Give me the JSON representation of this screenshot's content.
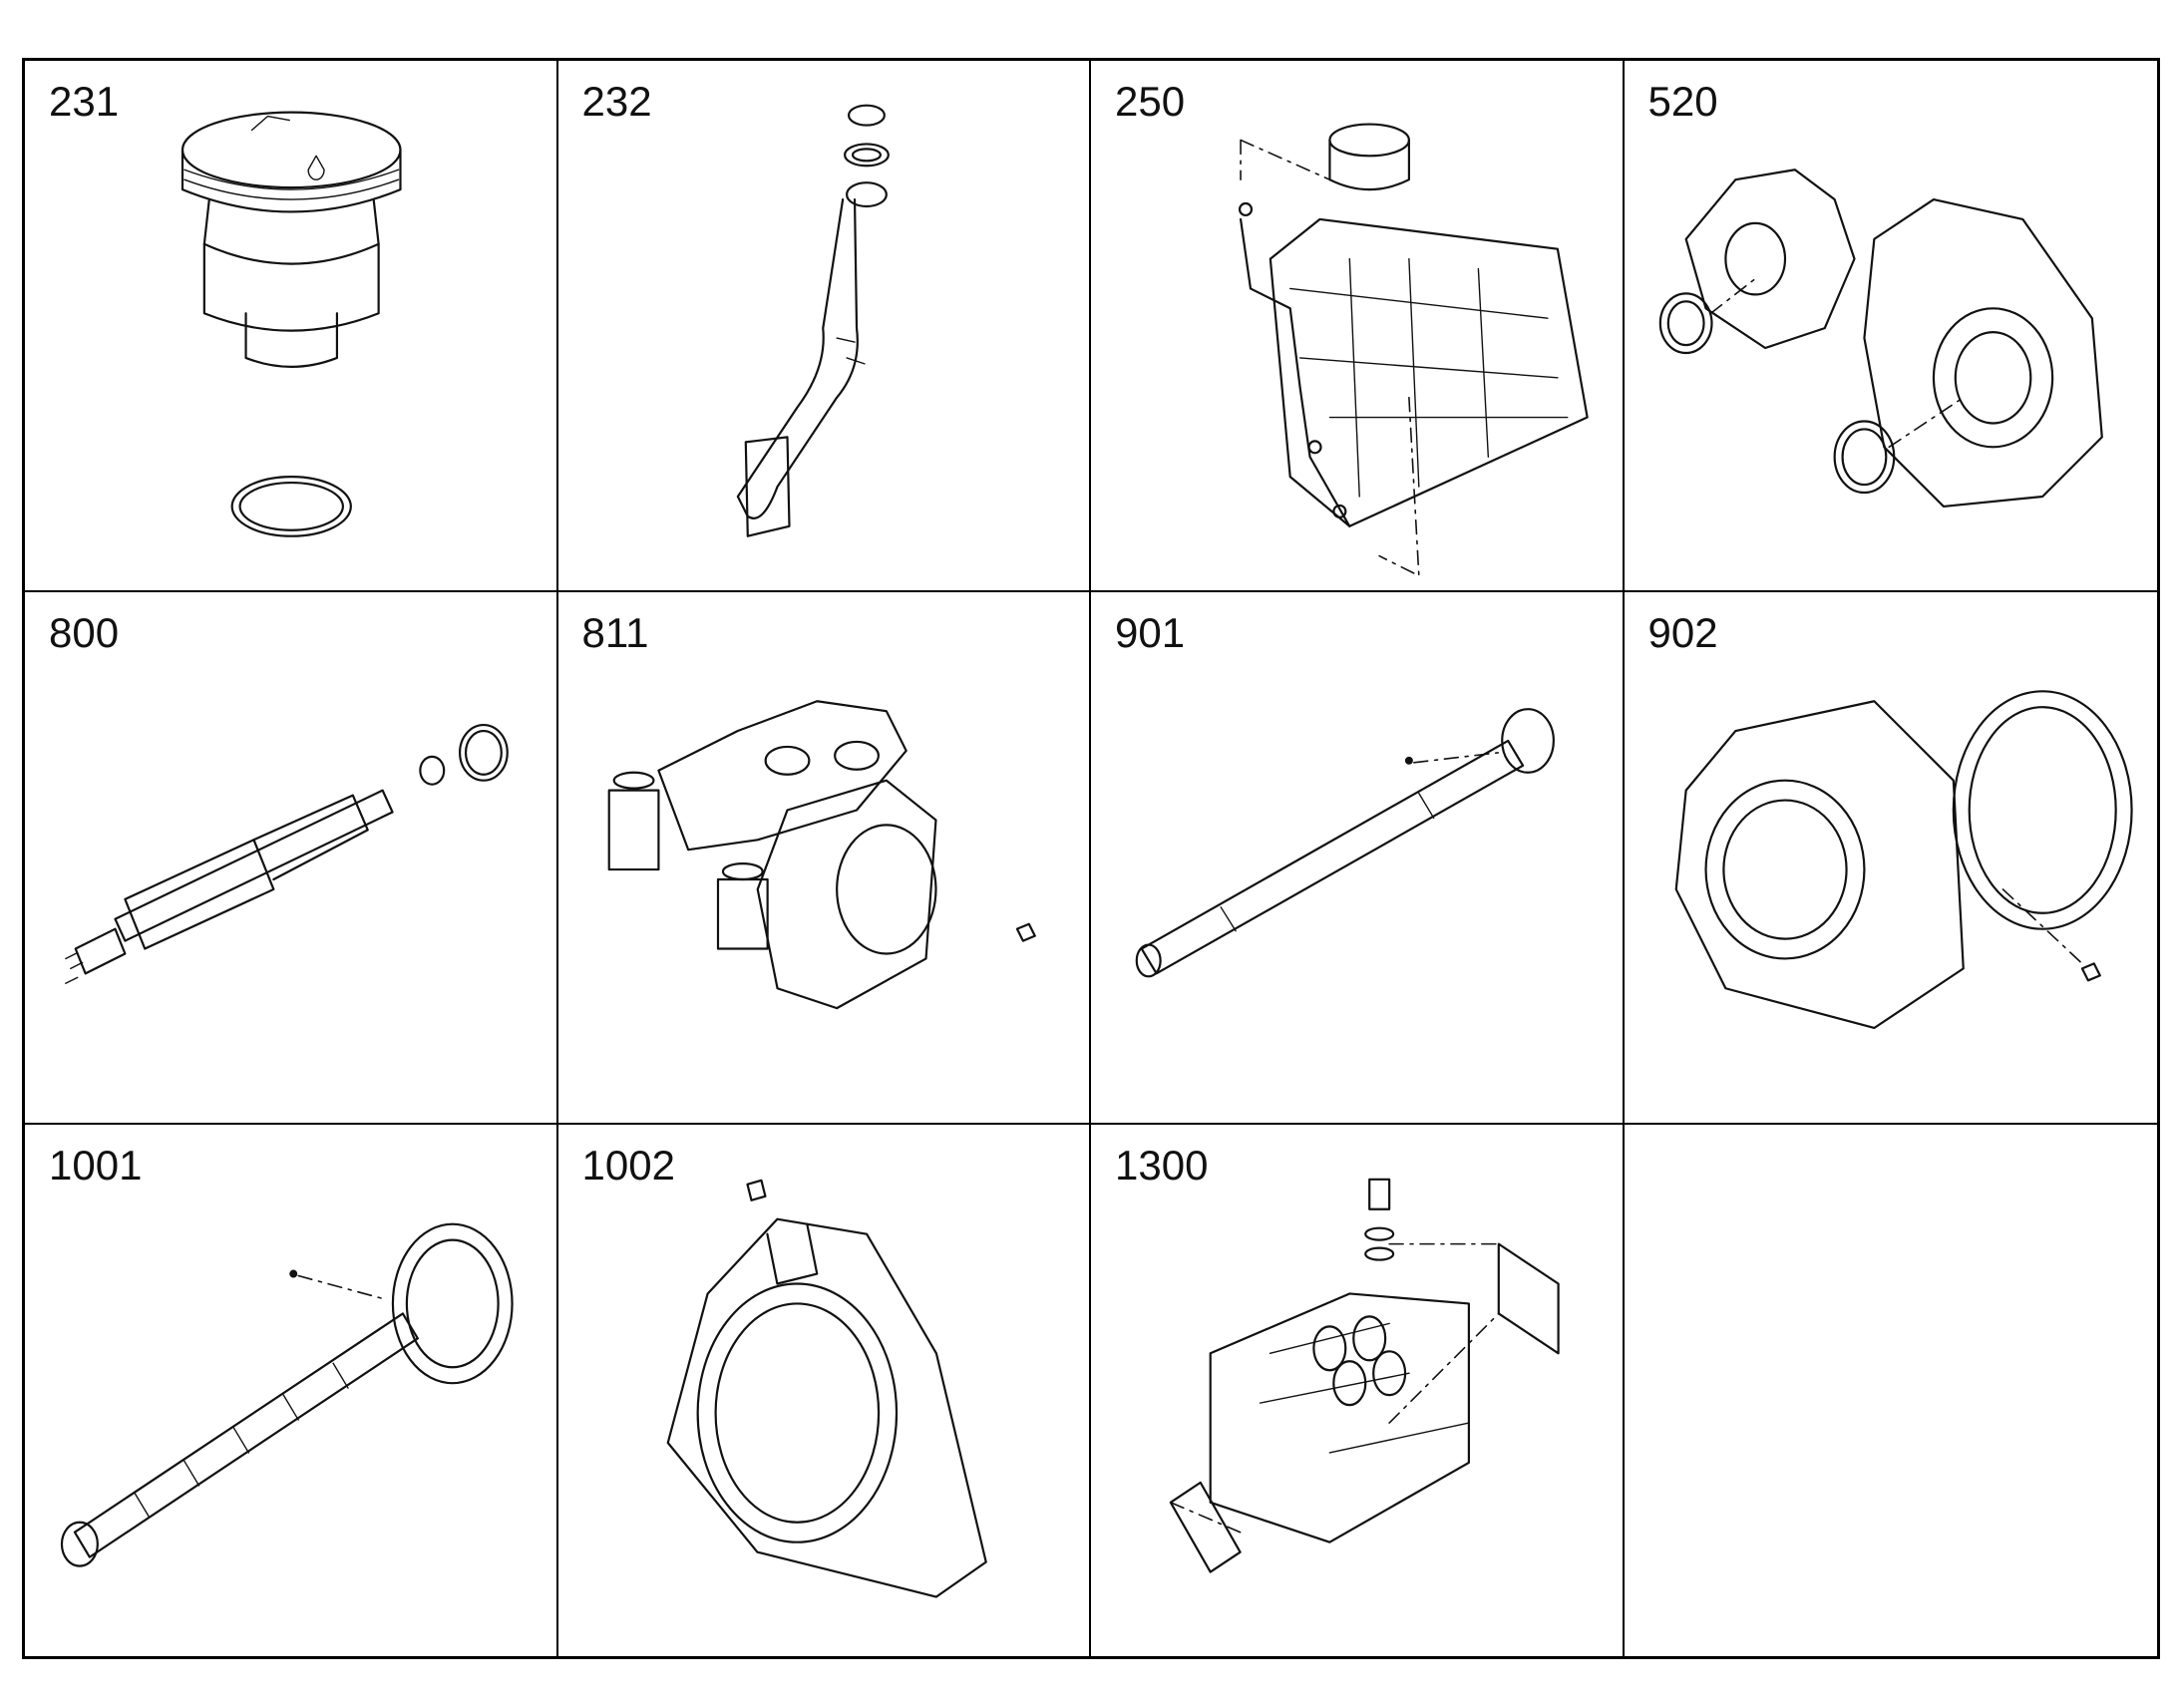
{
  "cells": [
    {
      "number": "231",
      "icon": "fuel-filler-cap-icon"
    },
    {
      "number": "232",
      "icon": "oil-dipstick-tube-icon"
    },
    {
      "number": "250",
      "icon": "crankcase-breather-icon"
    },
    {
      "number": "520",
      "icon": "timing-case-cover-icon"
    },
    {
      "number": "800",
      "icon": "injector-icon"
    },
    {
      "number": "811",
      "icon": "rocker-arm-icon"
    },
    {
      "number": "901",
      "icon": "shaft-icon"
    },
    {
      "number": "902",
      "icon": "gear-housing-icon"
    },
    {
      "number": "1001",
      "icon": "camshaft-icon"
    },
    {
      "number": "1002",
      "icon": "bearing-housing-icon"
    },
    {
      "number": "1300",
      "icon": "cylinder-head-icon"
    },
    {
      "number": "",
      "icon": ""
    }
  ]
}
